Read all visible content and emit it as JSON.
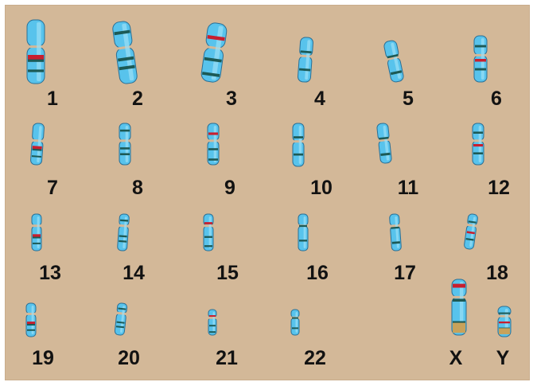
{
  "karyotype": {
    "band_colors": {
      "body": "#58c3ec",
      "body_light": "#9be0f7",
      "outline": "#2a6f95",
      "dark_band": "#1c5a55",
      "red_band": "#c81e2e",
      "tan_band": "#c8a25a"
    },
    "chromosomes": [
      {
        "label": "1",
        "icon": "chromosome-1-icon"
      },
      {
        "label": "2",
        "icon": "chromosome-2-icon"
      },
      {
        "label": "3",
        "icon": "chromosome-3-icon"
      },
      {
        "label": "4",
        "icon": "chromosome-4-icon"
      },
      {
        "label": "5",
        "icon": "chromosome-5-icon"
      },
      {
        "label": "6",
        "icon": "chromosome-6-icon"
      },
      {
        "label": "7",
        "icon": "chromosome-7-icon"
      },
      {
        "label": "8",
        "icon": "chromosome-8-icon"
      },
      {
        "label": "9",
        "icon": "chromosome-9-icon"
      },
      {
        "label": "10",
        "icon": "chromosome-10-icon"
      },
      {
        "label": "11",
        "icon": "chromosome-11-icon"
      },
      {
        "label": "12",
        "icon": "chromosome-12-icon"
      },
      {
        "label": "13",
        "icon": "chromosome-13-icon"
      },
      {
        "label": "14",
        "icon": "chromosome-14-icon"
      },
      {
        "label": "15",
        "icon": "chromosome-15-icon"
      },
      {
        "label": "16",
        "icon": "chromosome-16-icon"
      },
      {
        "label": "17",
        "icon": "chromosome-17-icon"
      },
      {
        "label": "18",
        "icon": "chromosome-18-icon"
      },
      {
        "label": "19",
        "icon": "chromosome-19-icon"
      },
      {
        "label": "20",
        "icon": "chromosome-20-icon"
      },
      {
        "label": "21",
        "icon": "chromosome-21-icon"
      },
      {
        "label": "22",
        "icon": "chromosome-22-icon"
      },
      {
        "label": "X",
        "icon": "chromosome-x-icon"
      },
      {
        "label": "Y",
        "icon": "chromosome-y-icon"
      }
    ]
  }
}
